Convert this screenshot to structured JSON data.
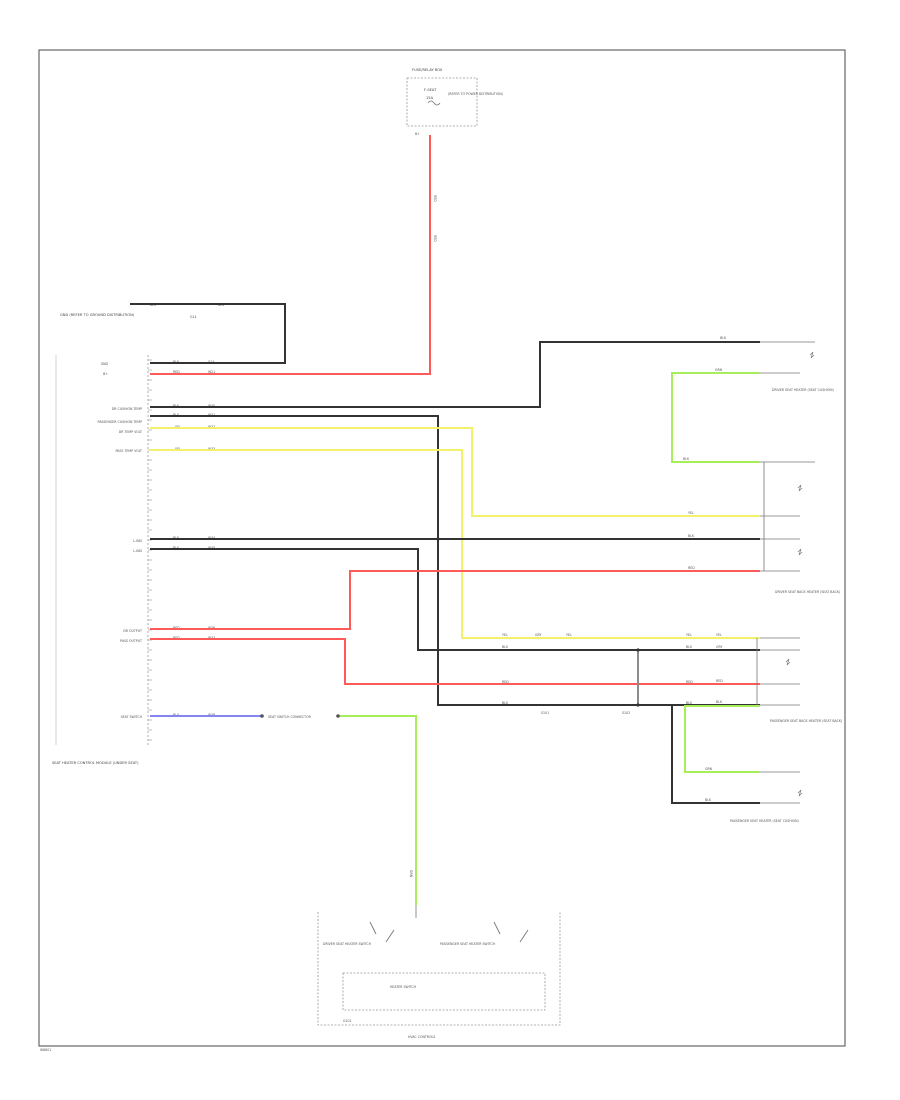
{
  "diagram": {
    "footer_code": "W8801",
    "colors": {
      "red": "#ff5a5a",
      "black": "#333333",
      "yellow": "#f2f26a",
      "green": "#a6ef5a",
      "blue": "#8484f2",
      "gray": "#8c8c8c"
    },
    "fuse_box": {
      "title": "FUSE/RELAY BOX",
      "fuse_lines": [
        "F-SEAT",
        "15A"
      ],
      "note": "(REFER TO POWER DISTRIBUTION)",
      "terminal": "B+"
    },
    "fuse_wire": {
      "labels": [
        "RED",
        "RED"
      ]
    },
    "ground": {
      "label": "GND (REFER TO GROUND DISTRIBUTION)",
      "wire_labels": [
        "BLK",
        "BLK",
        "G14"
      ]
    },
    "left_module": {
      "title": "SEAT HEATER CONTROL MODULE (UNDER SEAT)",
      "pins": [
        {
          "name": "GND",
          "color": "BLK",
          "circuit": "G14"
        },
        {
          "name": "B+",
          "color": "RED",
          "circuit": "W21"
        },
        {
          "name": "DR CUSHION TEMP",
          "color": "BLK",
          "circuit": "W30"
        },
        {
          "name": "PASSENGER CUSHION TEMP",
          "color": "BLK",
          "circuit": "W31"
        },
        {
          "name": "DR TEMP VOLT",
          "color": "YEL",
          "circuit": "W32"
        },
        {
          "name": "PASS TEMP VOLT",
          "color": "YEL",
          "circuit": "W33"
        },
        {
          "name": "L-IND",
          "color": "BLK",
          "circuit": "W34"
        },
        {
          "name": "L-IND",
          "color": "BLK",
          "circuit": "W35"
        },
        {
          "name": "DR OUTPUT",
          "color": "RED",
          "circuit": "W36"
        },
        {
          "name": "PASS OUTPUT",
          "color": "RED",
          "circuit": "W37"
        },
        {
          "name": "SEAT SWITCH",
          "color": "BLU",
          "circuit": "W38"
        }
      ]
    },
    "seat_switch_connector": {
      "label": "SEAT SWITCH CONNECTOR"
    },
    "right_connectors": [
      {
        "label": "DRIVER SEAT HEATER (SEAT CUSHION)",
        "wire_labels": [
          "BLK",
          "GRN",
          "BLK"
        ]
      },
      {
        "label": "DRIVER SEAT BACK HEATER (SEAT BACK)",
        "wire_labels": [
          "YEL",
          "BLK",
          "RED"
        ]
      },
      {
        "label": "PASSENGER SEAT BACK HEATER (SEAT BACK)",
        "wire_labels": [
          "YEL",
          "GRY",
          "RED",
          "BLK"
        ]
      },
      {
        "label": "PASSENGER SEAT HEATER (SEAT CUSHION)",
        "wire_labels": [
          "GRN",
          "BLK"
        ]
      }
    ],
    "splice_labels": [
      "S101",
      "S102"
    ],
    "harness_labels": [
      "YEL",
      "GRY",
      "YEL",
      "BLK",
      "YEL",
      "BLK",
      "RED",
      "RED",
      "BLK",
      "BLK"
    ],
    "heater_switch": {
      "title": "HEATER SWITCH",
      "left_switch": "DRIVER SEAT HEATER SWITCH",
      "right_switch": "PASSENGER SEAT HEATER SWITCH",
      "bottom_label": "HVAC CONTROLS",
      "corner_label": "G101",
      "green_wire_label": "GRN"
    }
  }
}
